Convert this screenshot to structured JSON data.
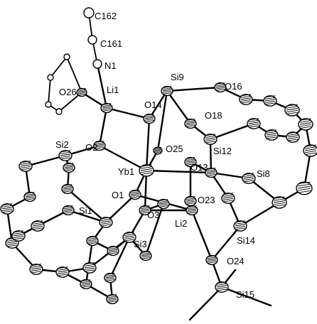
{
  "figure": {
    "labels": {
      "C162": "C162",
      "C161": "C161",
      "N1": "N1",
      "O26": "O26",
      "Li1": "Li1",
      "O14": "O14",
      "Si9": "Si9",
      "O16": "O16",
      "O18": "O18",
      "Si2": "Si2",
      "O2": "O2",
      "O25": "O25",
      "Si12": "Si12",
      "Yb1": "Yb1",
      "O13": "O13",
      "Si8": "Si8",
      "O1": "O1",
      "O23": "O23",
      "Si1": "Si1",
      "O3": "O3",
      "Li2": "Li2",
      "Si3": "Si3",
      "Si14": "Si14",
      "O24": "O24",
      "Si15": "Si15"
    }
  }
}
